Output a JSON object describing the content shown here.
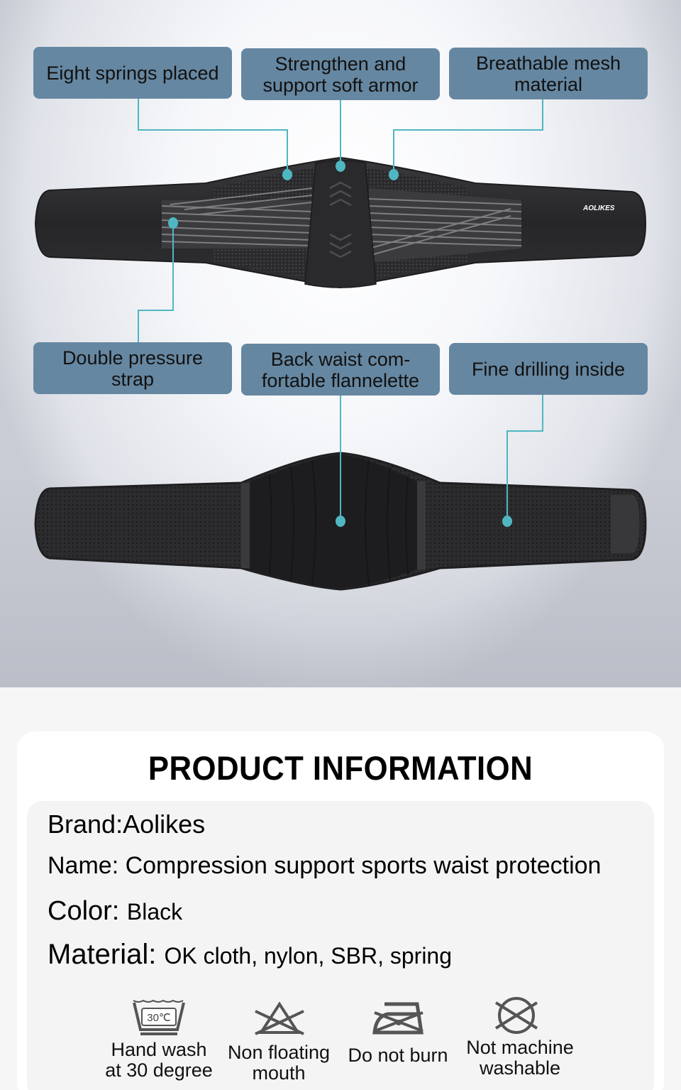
{
  "features_top": [
    {
      "label": "Eight springs placed"
    },
    {
      "label": "Strengthen and support soft armor"
    },
    {
      "label": "Breathable mesh material"
    }
  ],
  "features_bottom": [
    {
      "label": "Double pressure strap"
    },
    {
      "label": "Back waist com- fortable flannelette"
    },
    {
      "label": "Fine drilling inside"
    }
  ],
  "callout_lines": {
    "eight_springs": [
      "Eight springs placed"
    ],
    "soft_armor": [
      "Strengthen and",
      "support soft armor"
    ],
    "mesh": [
      "Breathable mesh",
      "material"
    ],
    "pressure_strap": [
      "Double pressure",
      "strap"
    ],
    "flannelette": [
      "Back waist com-",
      "fortable flannelette"
    ],
    "drilling": [
      "Fine drilling inside"
    ]
  },
  "product_logo": "AOLIKES",
  "product_info": {
    "title": "PRODUCT INFORMATION",
    "brand": {
      "key": "Brand:",
      "value": "Aolikes"
    },
    "name": {
      "key": "Name: ",
      "value": "Compression support sports waist protection"
    },
    "color": {
      "key": "Color: ",
      "value": "Black"
    },
    "material": {
      "key": "Material: ",
      "value": "OK cloth, nylon, SBR, spring"
    }
  },
  "care": [
    {
      "icon": "hand-wash-30-icon",
      "icon_text": "30℃",
      "lines": [
        "Hand wash",
        "at 30 degree"
      ]
    },
    {
      "icon": "no-bleach-icon",
      "lines": [
        "Non floating",
        "mouth"
      ]
    },
    {
      "icon": "no-iron-icon",
      "lines": [
        "Do not burn"
      ]
    },
    {
      "icon": "no-dryclean-icon",
      "lines": [
        "Not machine",
        "washable"
      ]
    }
  ],
  "colors": {
    "callout_bg": "#6687a1",
    "leader": "#4fb7c1",
    "belt_dark": "#2b2b2d",
    "card_bg": "#ffffff",
    "panel_bg": "#f4f4f4"
  }
}
